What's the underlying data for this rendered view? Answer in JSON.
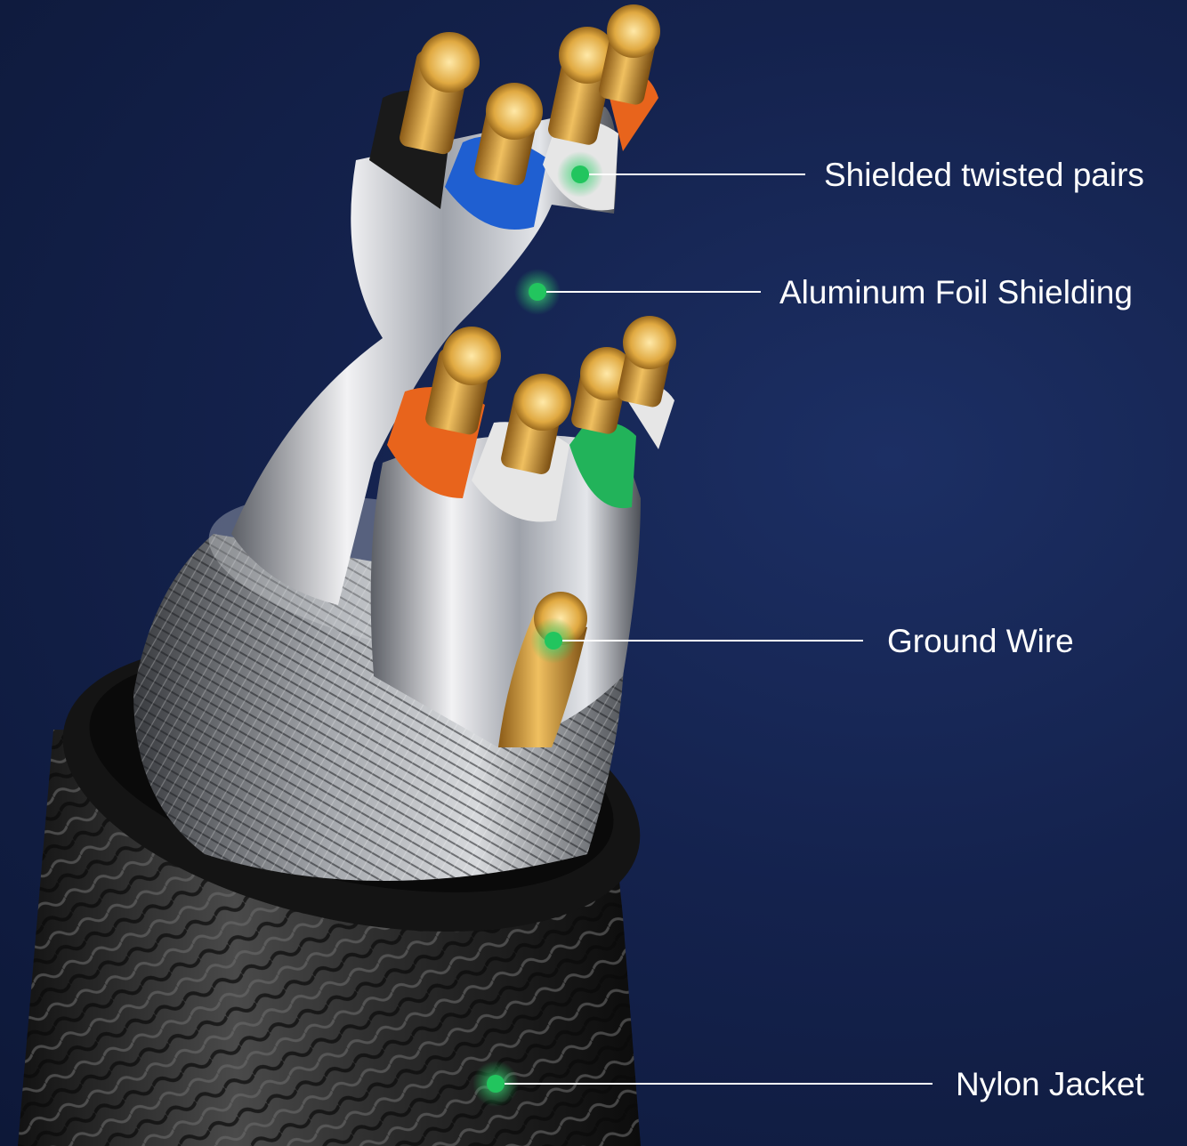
{
  "callouts": [
    {
      "id": "shielded-twisted-pairs",
      "label": "Shielded twisted pairs"
    },
    {
      "id": "aluminum-foil-shielding",
      "label": "Aluminum Foil Shielding"
    },
    {
      "id": "ground-wire",
      "label": "Ground Wire"
    },
    {
      "id": "nylon-jacket",
      "label": "Nylon Jacket"
    }
  ],
  "colors": {
    "background": "#14224d",
    "marker": "#22c55e",
    "leader_line": "#ffffff",
    "copper": "#d9a441",
    "pair_black": "#1a1a1a",
    "pair_blue": "#1f5fd1",
    "pair_white": "#e6e6e6",
    "pair_orange": "#e8641c",
    "pair_green": "#22b35a",
    "foil": "#b9bcc2",
    "jacket": "#2a2a2a"
  }
}
